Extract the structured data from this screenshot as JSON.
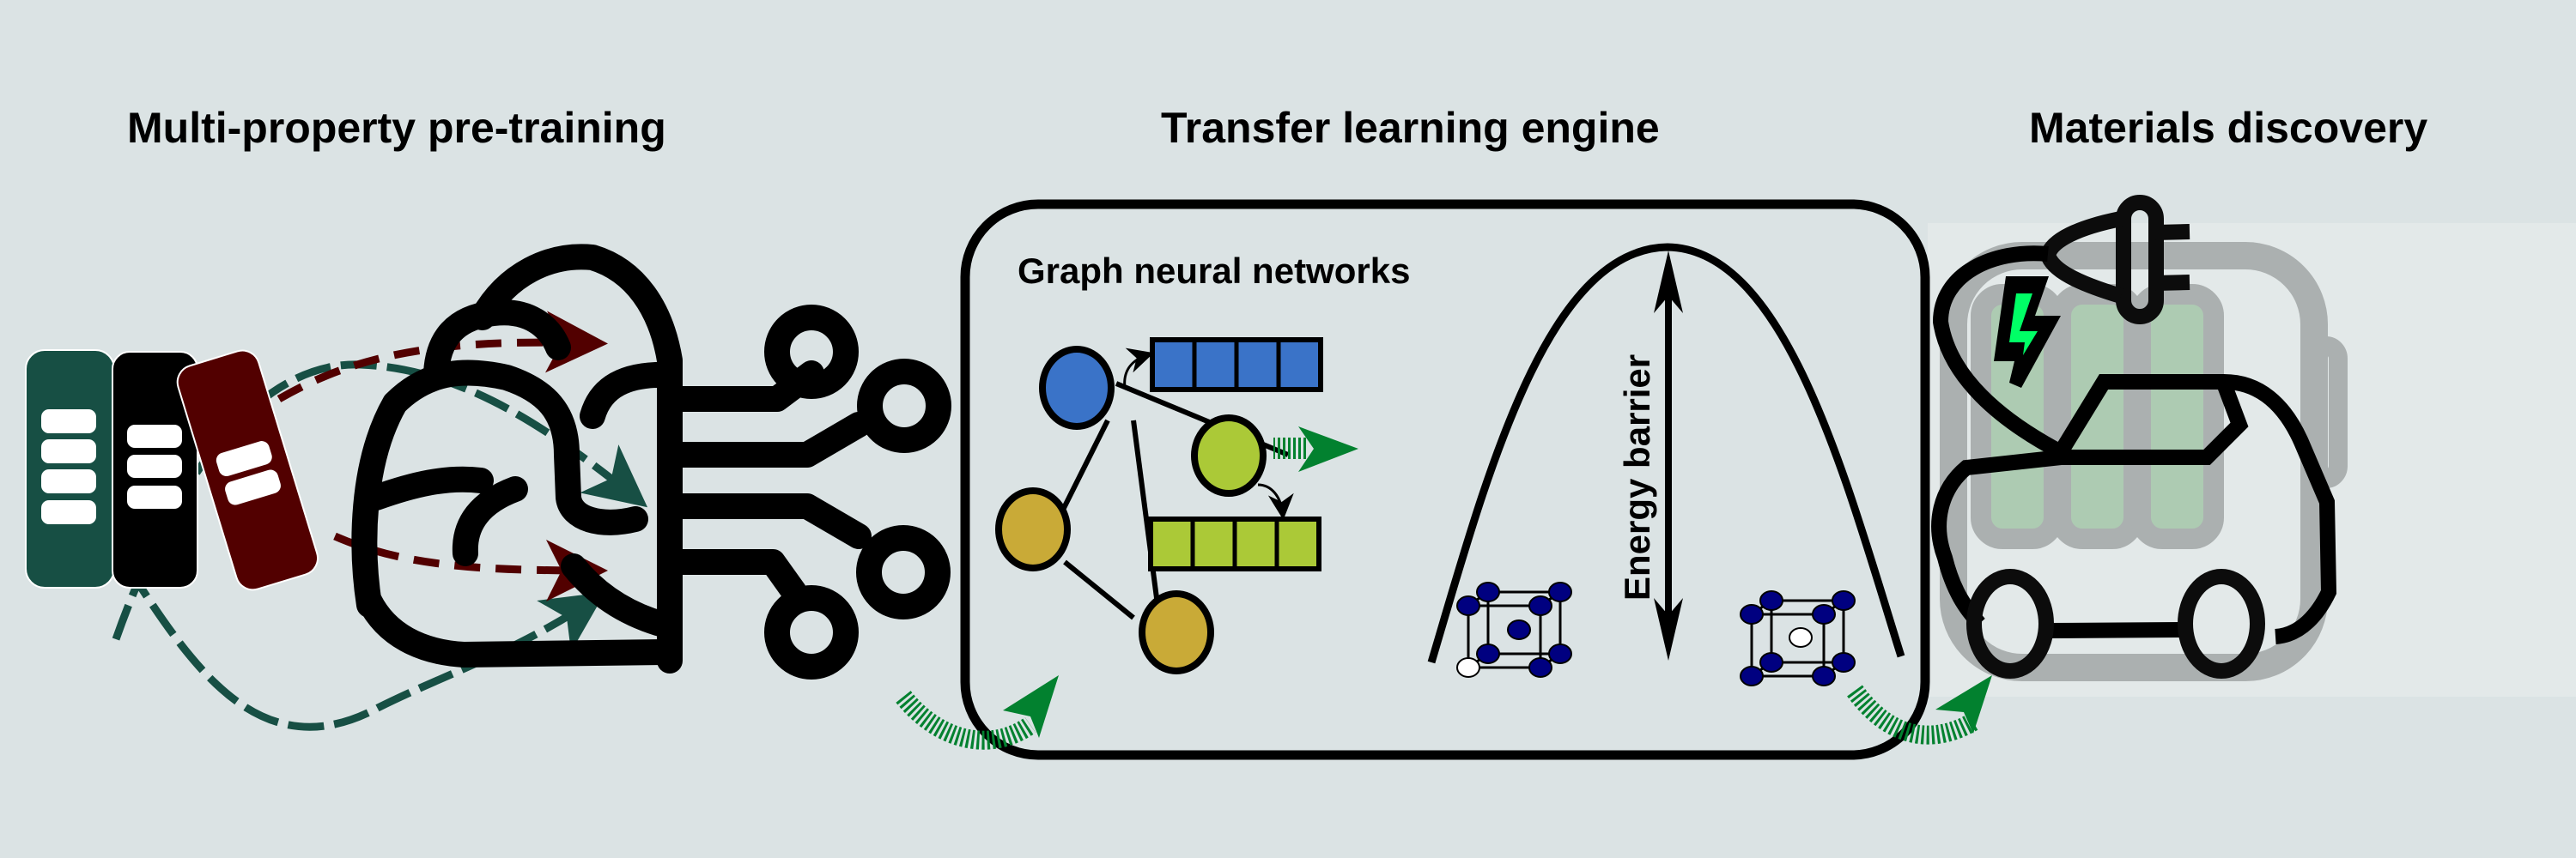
{
  "sections": {
    "pretraining": {
      "title": "Multi-property pre-training"
    },
    "transfer": {
      "title": "Transfer learning engine",
      "subtitle": "Graph neural networks",
      "barrier_label": "Energy barrier"
    },
    "discovery": {
      "title": "Materials discovery"
    }
  },
  "colors": {
    "background": "#dbe3e4",
    "discovery_panel": "#e3e9e9",
    "book_green": "#174f44",
    "book_black": "#000000",
    "book_maroon": "#520000",
    "arrow_teal": "#174f44",
    "arrow_maroon": "#520000",
    "node_blue": "#3a73c8",
    "node_lime": "#abc937",
    "node_gold": "#c9aa37",
    "arrow_green": "#02812f",
    "atom_navy": "#000080",
    "battery_gray": "#abb0b0",
    "battery_cell": "#adcbb2",
    "bolt_green": "#00ff66"
  },
  "graph": {
    "nodes": [
      {
        "id": "blue",
        "color": "node_blue"
      },
      {
        "id": "lime",
        "color": "node_lime"
      },
      {
        "id": "gold-left",
        "color": "node_gold"
      },
      {
        "id": "gold-bottom",
        "color": "node_gold"
      }
    ],
    "feature_vectors": [
      {
        "id": "blue-vector",
        "cells": 4,
        "color": "node_blue"
      },
      {
        "id": "lime-vector",
        "cells": 4,
        "color": "node_lime"
      }
    ]
  },
  "icons": [
    "books-icon",
    "brain-circuit-icon",
    "energy-barrier-diagram",
    "crystal-lattice-icon",
    "battery-icon",
    "electric-car-icon",
    "plug-icon",
    "lightning-bolt-icon"
  ]
}
